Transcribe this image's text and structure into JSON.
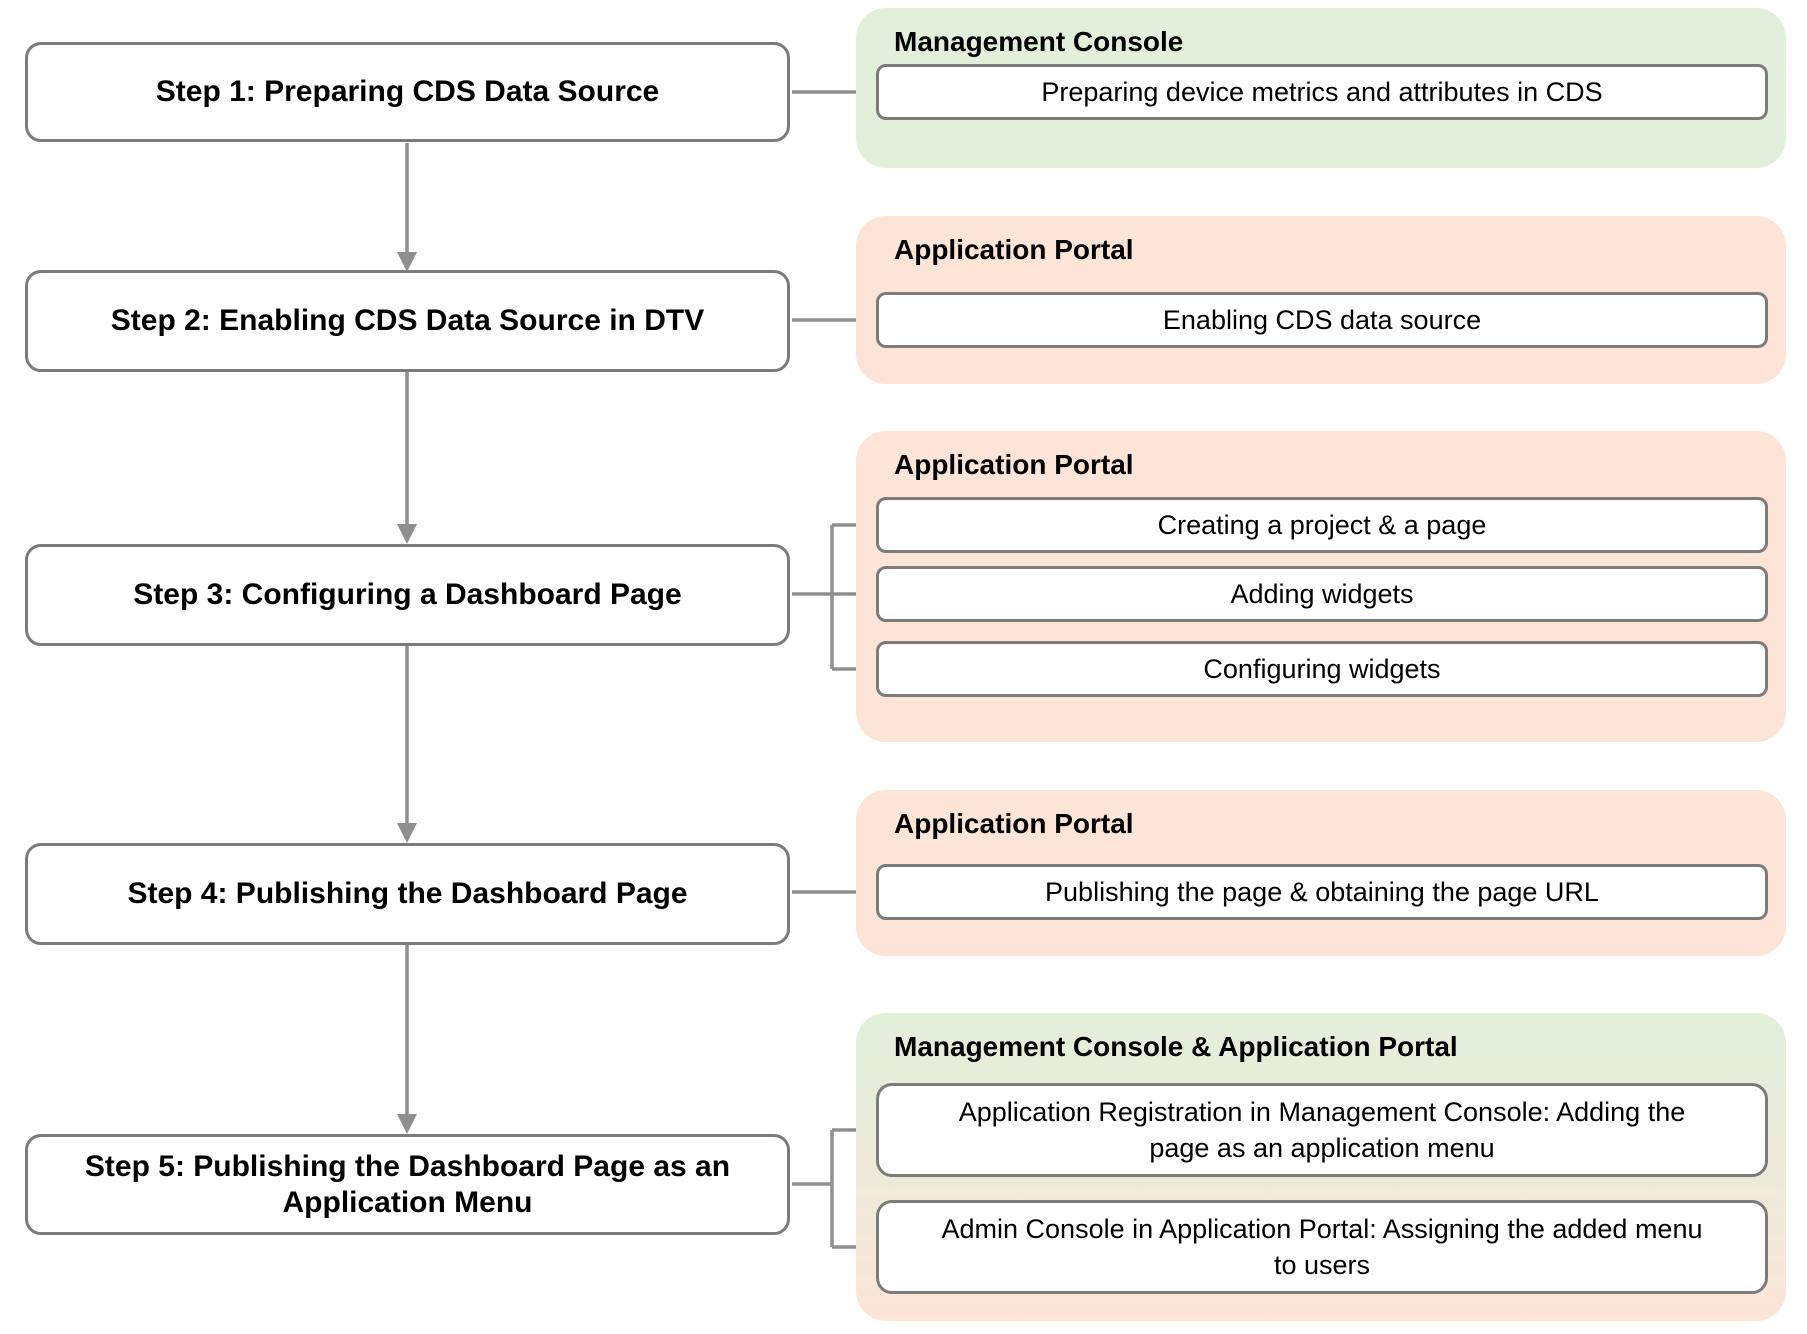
{
  "diagram": {
    "steps": [
      {
        "label": "Step 1: Preparing CDS Data Source"
      },
      {
        "label": "Step 2: Enabling CDS Data Source in DTV"
      },
      {
        "label": "Step 3: Configuring a Dashboard Page"
      },
      {
        "label": "Step 4: Publishing the Dashboard Page"
      },
      {
        "label": "Step 5: Publishing the Dashboard Page as an Application Menu"
      }
    ],
    "panels": [
      {
        "header": "Management Console",
        "theme": "green",
        "items": [
          "Preparing device metrics and attributes in CDS"
        ]
      },
      {
        "header": "Application Portal",
        "theme": "peach",
        "items": [
          "Enabling  CDS data source"
        ]
      },
      {
        "header": "Application Portal",
        "theme": "peach",
        "items": [
          "Creating a project & a page",
          "Adding widgets",
          "Configuring widgets"
        ]
      },
      {
        "header": "Application Portal",
        "theme": "peach",
        "items": [
          "Publishing the page & obtaining the page URL"
        ]
      },
      {
        "header": "Management Console & Application Portal",
        "theme": "green-to-peach-gradient",
        "items": [
          "Application Registration in Management Console: Adding the page as an application menu",
          "Admin Console in Application Portal: Assigning the added menu to users"
        ]
      }
    ],
    "colors": {
      "panel_green": "#e2efda",
      "panel_peach": "#fce4d6",
      "box_border_gray": "#7b7b7b",
      "arrow_gray": "#8f8f8f",
      "inner_box_fill": "#ffffff",
      "text": "#000000"
    }
  }
}
